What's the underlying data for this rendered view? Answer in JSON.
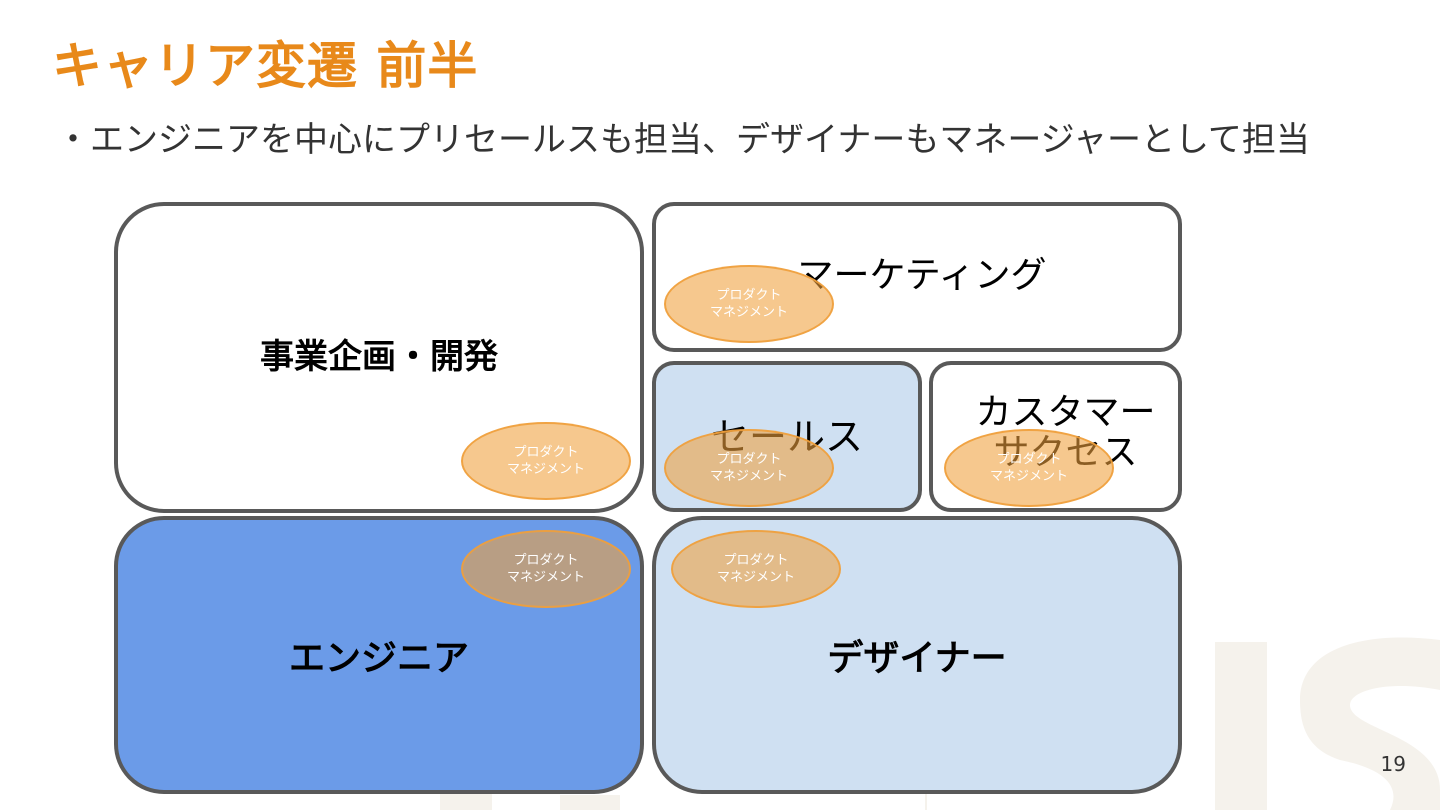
{
  "slide": {
    "title": "キャリア変遷 前半",
    "subtitle": "・エンジニアを中心にプリセールスも担当、デザイナーもマネージャーとして担当",
    "page_number": "19"
  },
  "boxes": {
    "business": {
      "label": "事業企画・開発",
      "color": "#ffffff"
    },
    "marketing": {
      "label": "マーケティング",
      "color": "#ffffff"
    },
    "sales": {
      "label": "セールス",
      "color": "#cfe0f2"
    },
    "customer_success": {
      "label_line1": "カスタマー",
      "label_line2": "サクセス",
      "color": "#ffffff"
    },
    "engineer": {
      "label": "エンジニア",
      "color": "#6b9be8"
    },
    "designer": {
      "label": "デザイナー",
      "color": "#cfe0f2"
    }
  },
  "pm_badge": {
    "line1": "プロダクト",
    "line2": "マネジメント",
    "color": "#f0a03c"
  },
  "colors": {
    "title": "#e8891a",
    "border": "#595959"
  },
  "watermark": {
    "icon": "company-logo-watermark"
  }
}
